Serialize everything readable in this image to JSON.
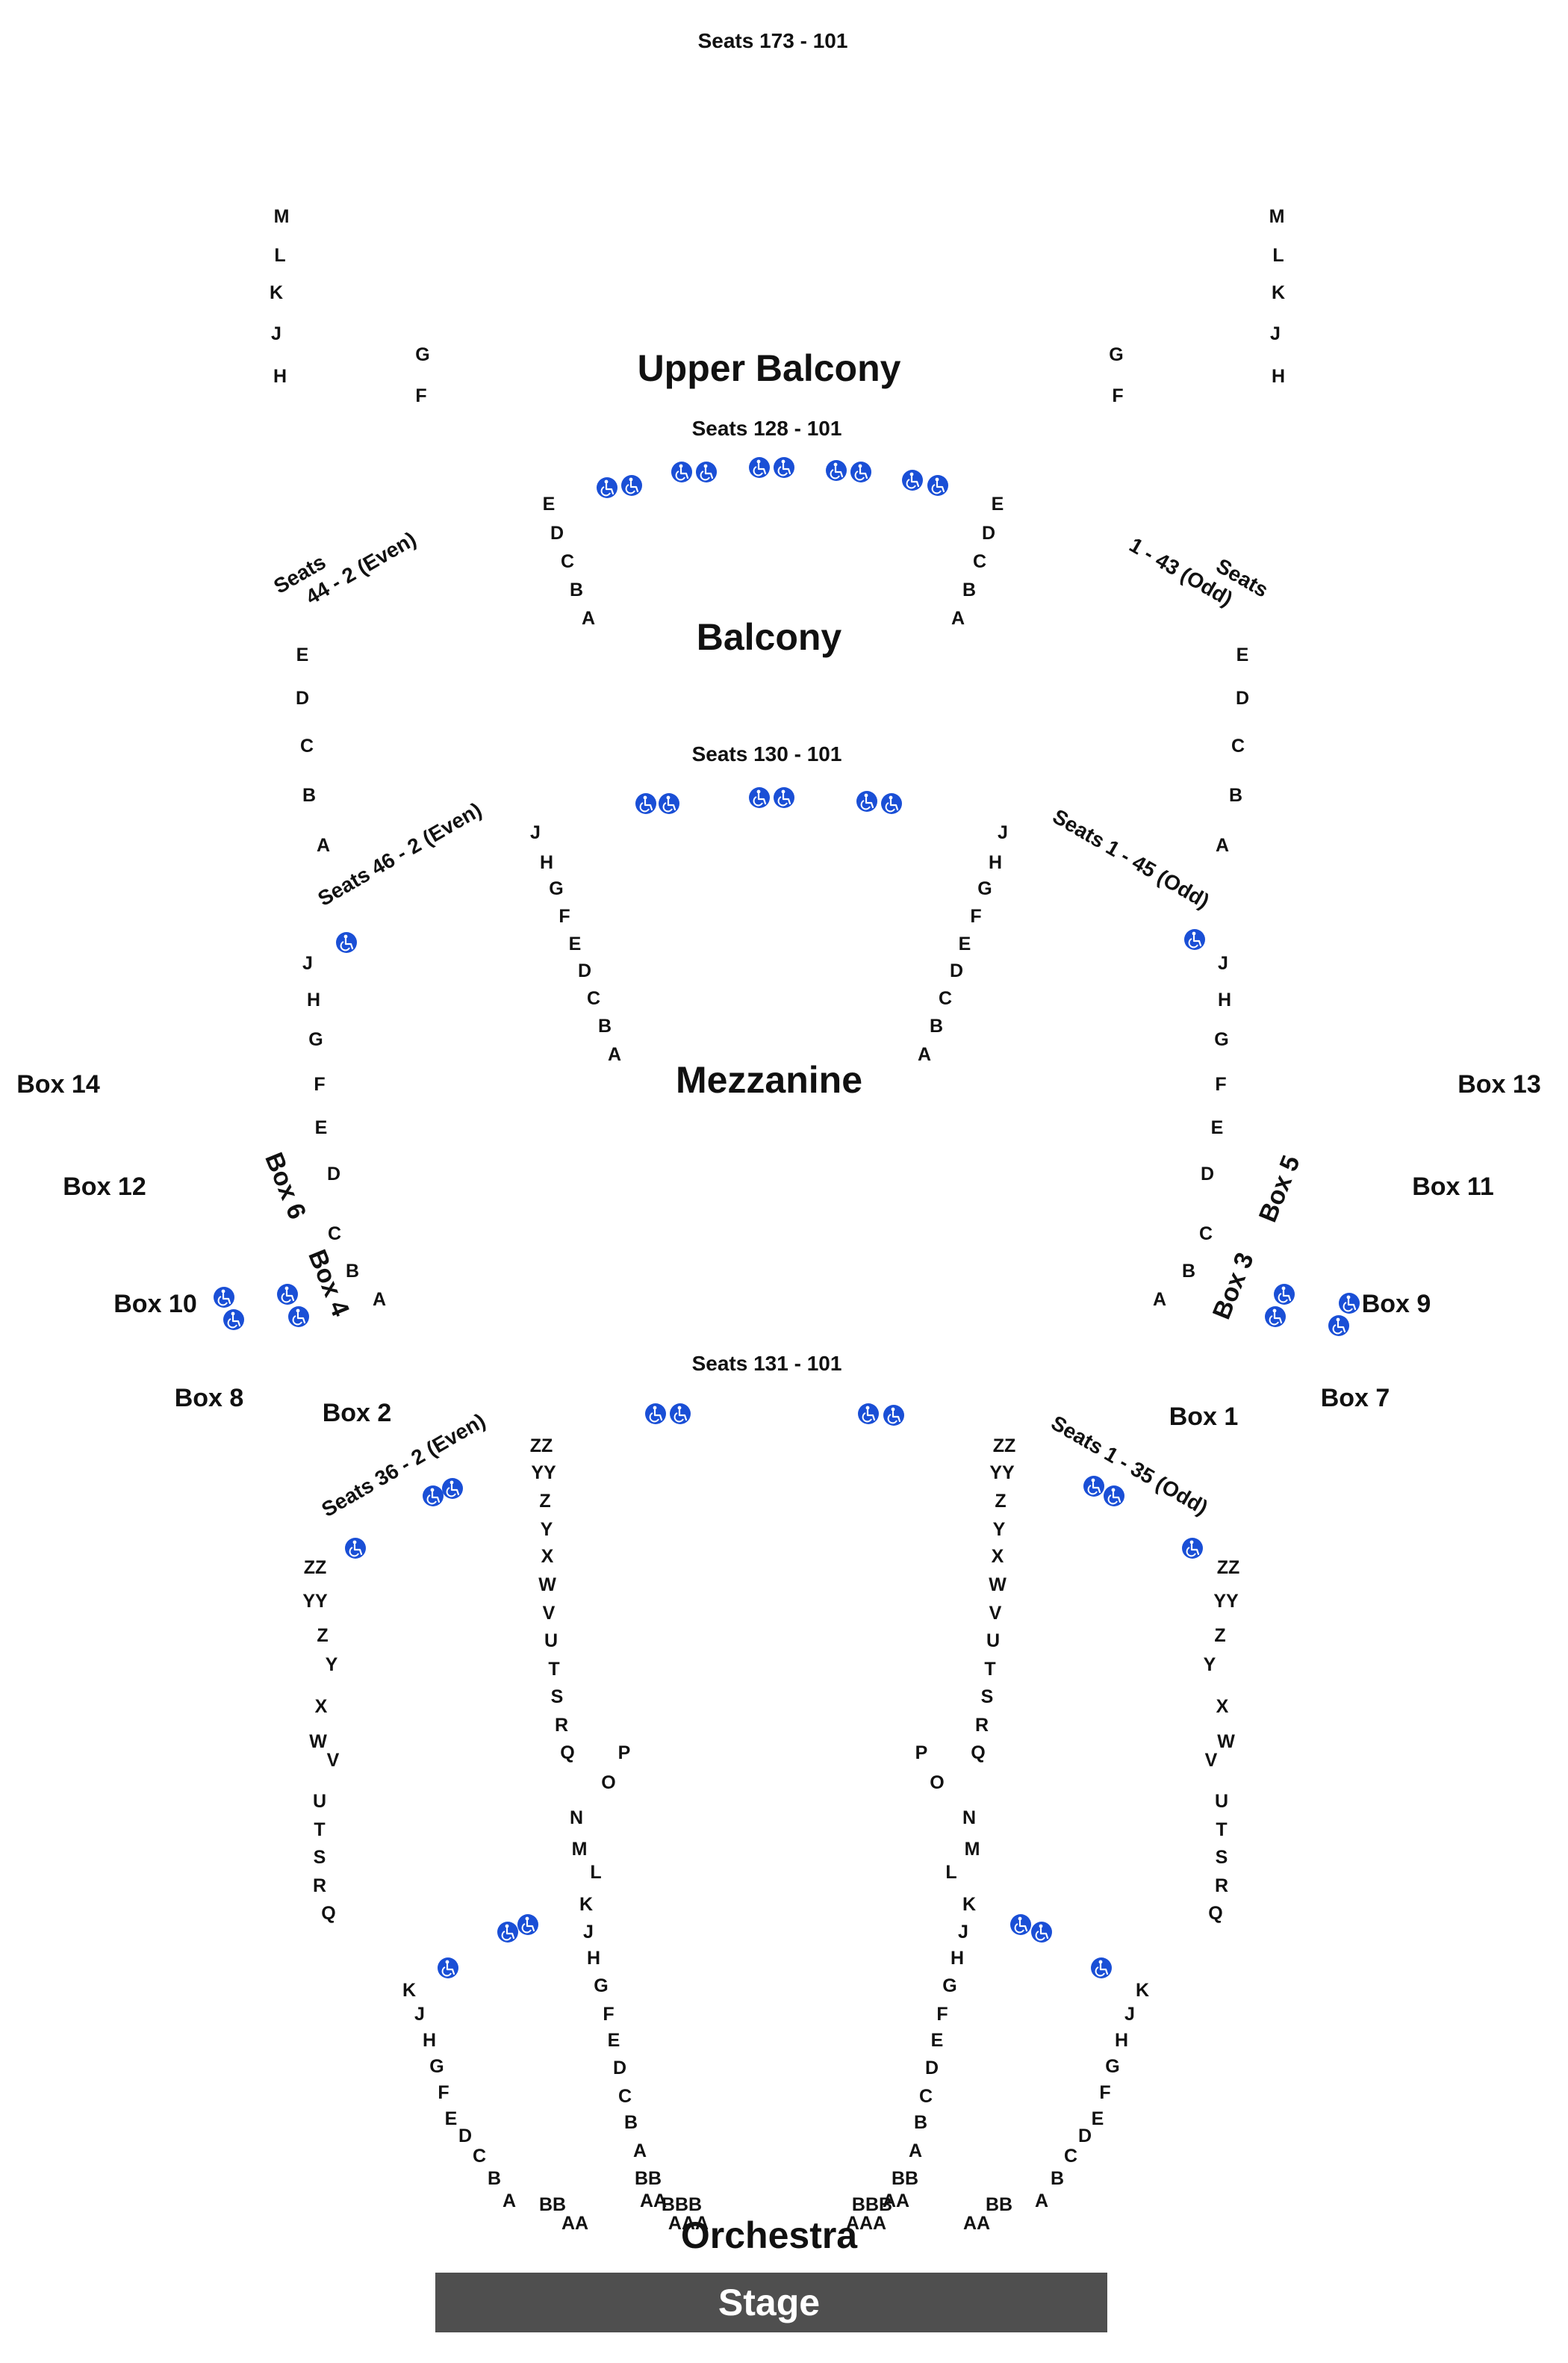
{
  "colors": {
    "accessible": "#1a4fd6",
    "stage_fill": "#4f4f4f",
    "stage_text": "#ffffff",
    "text": "#111111"
  },
  "icons": {
    "accessible": "wheelchair-icon"
  },
  "sections": {
    "upper_balcony": "Upper Balcony",
    "balcony": "Balcony",
    "mezzanine": "Mezzanine",
    "orchestra": "Orchestra",
    "stage": "Stage"
  },
  "boxes": {
    "box1": "Box 1",
    "box2": "Box 2",
    "box3": "Box 3",
    "box4": "Box 4",
    "box5": "Box 5",
    "box6": "Box 6",
    "box7": "Box 7",
    "box8": "Box 8",
    "box9": "Box 9",
    "box10": "Box 10",
    "box11": "Box 11",
    "box12": "Box 12",
    "box13": "Box 13",
    "box14": "Box 14"
  },
  "seat_ranges": {
    "upper_top": "Seats 173 - 101",
    "balcony_center": "Seats 128 - 101",
    "balcony_left_line1": "Seats",
    "balcony_left_line2": "44 - 2 (Even)",
    "balcony_right_line1": "Seats",
    "balcony_right_line2": "1 - 43 (Odd)",
    "mezz_center": "Seats 130 - 101",
    "mezz_left": "Seats 46 - 2 (Even)",
    "mezz_right": "Seats 1 - 45 (Odd)",
    "orch_center": "Seats 131 - 101",
    "orch_left": "Seats 36 - 2 (Even)",
    "orch_right": "Seats 1 - 35 (Odd)"
  },
  "rows": {
    "upper_outer": [
      "M",
      "L",
      "K",
      "J",
      "H"
    ],
    "upper_inner": [
      "G",
      "F"
    ],
    "balcony_center": [
      "E",
      "D",
      "C",
      "B",
      "A"
    ],
    "balcony_side": [
      "E",
      "D",
      "C",
      "B",
      "A"
    ],
    "mezz_center": [
      "J",
      "H",
      "G",
      "F",
      "E",
      "D",
      "C",
      "B",
      "A"
    ],
    "mezz_side": [
      "J",
      "H",
      "G",
      "F",
      "E",
      "D",
      "C",
      "B",
      "A"
    ],
    "orch_side": [
      "ZZ",
      "YY",
      "Z",
      "Y",
      "X",
      "W",
      "V",
      "U",
      "T",
      "S",
      "R",
      "Q"
    ],
    "orch_center_upper": [
      "ZZ",
      "YY",
      "Z",
      "Y",
      "X",
      "W",
      "V",
      "U",
      "T",
      "S",
      "R",
      "Q",
      "P",
      "O",
      "N",
      "M",
      "L"
    ],
    "orch_center_lower": [
      "K",
      "J",
      "H",
      "G",
      "F",
      "E",
      "D",
      "C",
      "B",
      "A",
      "BB",
      "AA",
      "BBB",
      "AAA"
    ],
    "orch_front_side": [
      "K",
      "J",
      "H",
      "G",
      "F",
      "E",
      "D",
      "C",
      "B",
      "A",
      "BB",
      "AA"
    ]
  }
}
